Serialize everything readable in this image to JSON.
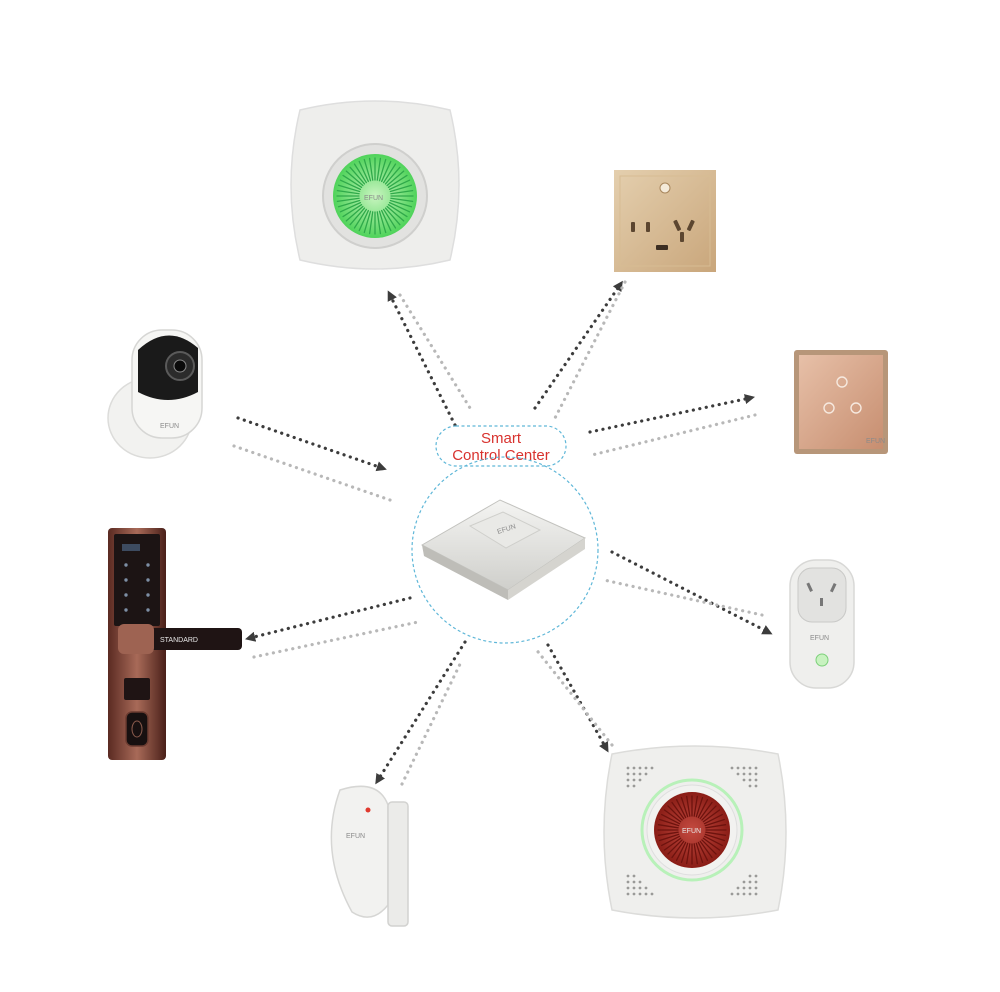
{
  "hub": {
    "title_line1": "Smart",
    "title_line2": "Control Center",
    "title_color": "#d8322e",
    "circle_color": "#5fb7d8"
  },
  "brand_mark": "EFUN",
  "lock_brand": "STANDARD",
  "link_colors": {
    "dark": "#3c3c3c",
    "light": "#b8b8b8"
  },
  "devices": [
    {
      "id": "ceiling-sensor",
      "icon": "green-round-sensor-icon"
    },
    {
      "id": "wall-socket",
      "icon": "gold-wall-socket-icon"
    },
    {
      "id": "touch-switch",
      "icon": "gold-touch-switch-icon"
    },
    {
      "id": "plug-adapter",
      "icon": "plug-adapter-icon"
    },
    {
      "id": "smoke-alarm",
      "icon": "red-alarm-siren-icon"
    },
    {
      "id": "door-sensor",
      "icon": "door-window-sensor-icon"
    },
    {
      "id": "smart-door-lock",
      "icon": "fingerprint-door-lock-icon"
    },
    {
      "id": "ip-camera",
      "icon": "ip-camera-icon"
    }
  ]
}
